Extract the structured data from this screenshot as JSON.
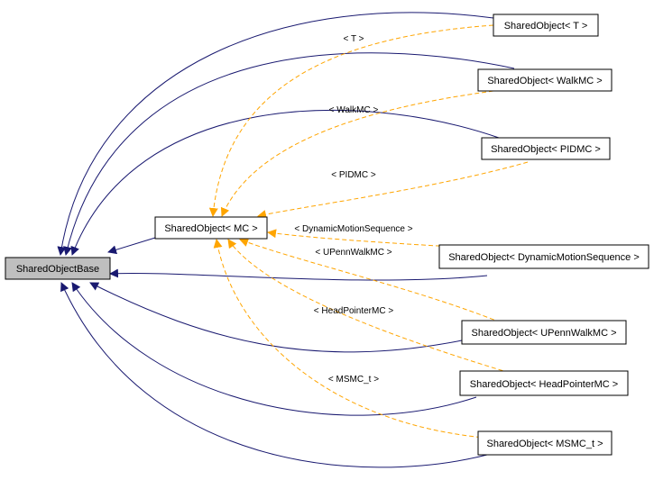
{
  "colors": {
    "inheritance_edge": "#191970",
    "template_edge": "#ffa500",
    "base_fill": "#bfbfbf",
    "node_fill": "#ffffff",
    "border": "#000000"
  },
  "nodes": {
    "base": "SharedObjectBase",
    "mc": "SharedObject< MC >",
    "t": "SharedObject< T >",
    "walkmc": "SharedObject< WalkMC >",
    "pidmc": "SharedObject< PIDMC >",
    "dms": "SharedObject< DynamicMotionSequence >",
    "upenn": "SharedObject< UPennWalkMC >",
    "headpointer": "SharedObject< HeadPointerMC >",
    "msmc": "SharedObject< MSMC_t >"
  },
  "edge_labels": {
    "t": "< T >",
    "walkmc": "< WalkMC >",
    "pidmc": "< PIDMC >",
    "dms": "< DynamicMotionSequence >",
    "upenn": "< UPennWalkMC >",
    "headpointer": "< HeadPointerMC >",
    "msmc": "< MSMC_t >"
  }
}
